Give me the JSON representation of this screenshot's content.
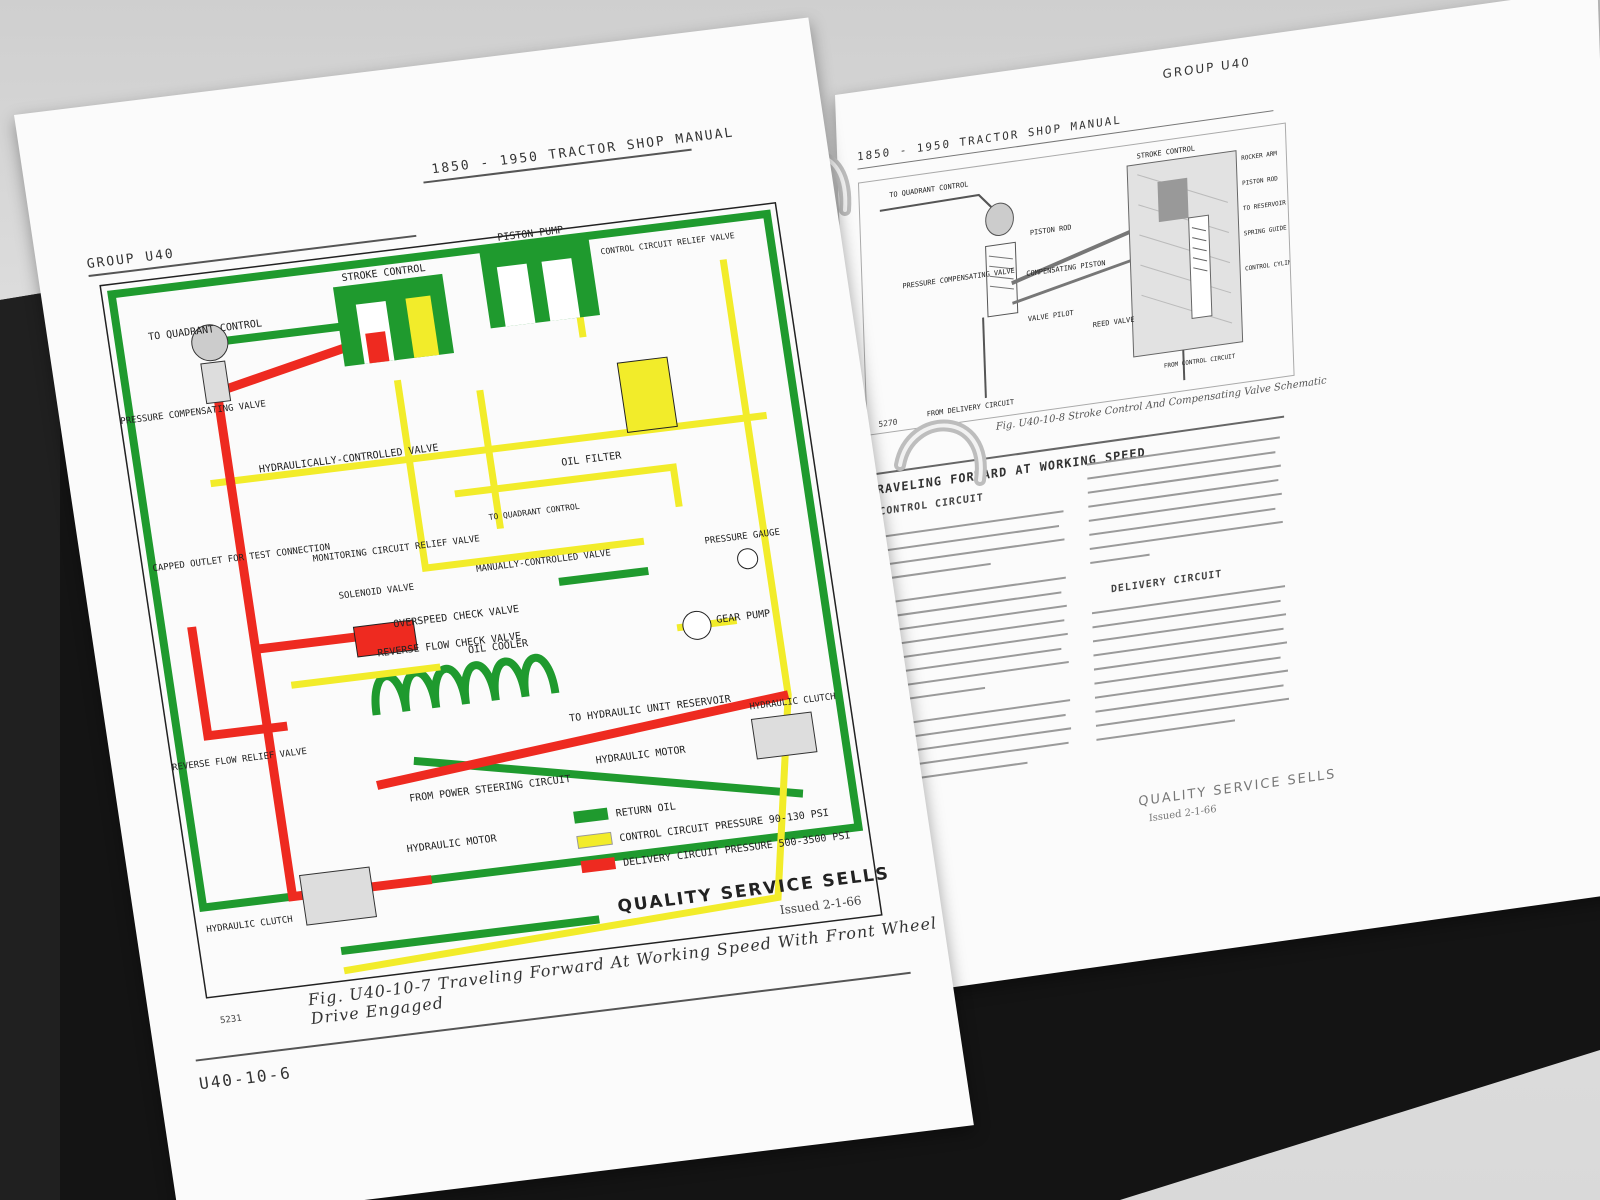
{
  "left_page": {
    "group": "GROUP U40",
    "header": "1850 - 1950 TRACTOR SHOP MANUAL",
    "page_number": "U40-10-6",
    "figure_code": "5231",
    "caption": "Fig. U40-10-7 Traveling Forward At Working Speed With Front Wheel Drive Engaged",
    "footer_slogan": "QUALITY SERVICE SELLS",
    "issued": "Issued 2-1-66",
    "labels": {
      "to_quadrant_control": "TO QUADRANT CONTROL",
      "pressure_compensating_valve": "PRESSURE COMPENSATING VALVE",
      "stroke_control": "STROKE CONTROL",
      "piston_pump": "PISTON PUMP",
      "control_circuit_relief_valve": "CONTROL CIRCUIT RELIEF VALVE",
      "hydraulically_controlled_valve": "HYDRAULICALLY-CONTROLLED VALVE",
      "oil_filter": "OIL FILTER",
      "to_quadrant_control_2": "TO QUADRANT CONTROL",
      "capped_outlet": "CAPPED OUTLET FOR TEST CONNECTION",
      "monitoring_circuit_relief_valve": "MONITORING CIRCUIT RELIEF VALVE",
      "solenoid_valve": "SOLENOID VALVE",
      "manually_controlled_valve": "MANUALLY-CONTROLLED VALVE",
      "pressure_gauge": "PRESSURE GAUGE",
      "overspeed_check_valve": "OVERSPEED CHECK VALVE",
      "reverse_flow_check_valve": "REVERSE FLOW CHECK VALVE",
      "gear_pump": "GEAR PUMP",
      "oil_cooler": "OIL COOLER",
      "reverse_flow_relief_valve": "REVERSE FLOW RELIEF VALVE",
      "to_hydraulic_unit_reservoir": "TO HYDRAULIC UNIT RESERVOIR",
      "from_power_steering_circuit": "FROM POWER STEERING CIRCUIT",
      "hydraulic_motor_right": "HYDRAULIC MOTOR",
      "hydraulic_clutch_right": "HYDRAULIC CLUTCH",
      "hydraulic_motor_bottom": "HYDRAULIC MOTOR",
      "hydraulic_clutch_left": "HYDRAULIC CLUTCH"
    },
    "legend": [
      {
        "label": "RETURN OIL",
        "color": "#1f9a2e"
      },
      {
        "label": "CONTROL CIRCUIT PRESSURE 90-130 PSI",
        "color": "#f2ec2a"
      },
      {
        "label": "DELIVERY CIRCUIT PRESSURE 500-3500 PSI",
        "color": "#ee2a20"
      }
    ]
  },
  "right_page": {
    "group": "GROUP U40",
    "header": "1850 - 1950 TRACTOR SHOP MANUAL",
    "figure_code": "5270",
    "caption": "Fig. U40-10-8 Stroke Control And Compensating Valve Schematic",
    "labels": {
      "to_quadrant_control": "TO QUADRANT CONTROL",
      "pressure_compensating_valve": "PRESSURE COMPENSATING VALVE",
      "piston_rod": "PISTON ROD",
      "compensating_piston": "COMPENSATING PISTON",
      "valve_pilot": "VALVE PILOT",
      "reed_valve": "REED VALVE",
      "from_delivery_circuit": "FROM DELIVERY CIRCUIT",
      "stroke_control": "STROKE CONTROL",
      "rocker_arm": "ROCKER ARM",
      "piston_rod_2": "PISTON ROD",
      "to_reservoir": "TO RESERVOIR",
      "spring_guide": "SPRING GUIDE",
      "control_cylinder_piston": "CONTROL CYLINDER PISTON",
      "from_control_circuit": "FROM CONTROL CIRCUIT"
    },
    "section_title": "TRAVELING FORWARD AT WORKING SPEED",
    "subsection_control": "CONTROL CIRCUIT",
    "subsection_delivery": "DELIVERY CIRCUIT",
    "footer_slogan": "QUALITY SERVICE SELLS",
    "issued": "Issued 2-1-66"
  },
  "colors": {
    "return_oil": "#1f9a2e",
    "control_pressure": "#f2ec2a",
    "delivery_pressure": "#ee2a20",
    "binder": "#151515",
    "ring": "#c9c9c9"
  }
}
